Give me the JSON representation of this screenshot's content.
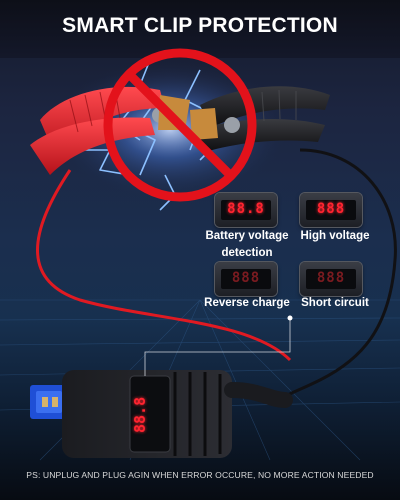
{
  "header": {
    "title": "SMART CLIP PROTECTION"
  },
  "indicators": [
    {
      "label_line1": "Battery voltage",
      "label_line2": "detection",
      "display": "88.8",
      "active": true
    },
    {
      "label_line1": "High voltage",
      "label_line2": "",
      "display": "888",
      "active": true
    },
    {
      "label_line1": "Reverse charge",
      "label_line2": "",
      "display": "888",
      "active": false
    },
    {
      "label_line1": "Short circuit",
      "label_line2": "",
      "display": "888",
      "active": false
    }
  ],
  "device": {
    "display": "88.8"
  },
  "footer": {
    "note": "PS: UNPLUG AND PLUG AGIN WHEN ERROR OCCURE, NO MORE ACTION NEEDED"
  },
  "colors": {
    "banner": "#0d0f18",
    "clamp_red": "#e8252c",
    "clamp_black": "#1a1a1c",
    "prohibition_red": "#e3121b",
    "led_red": "#ff2430",
    "lightning": "#7fb6ff",
    "connector_blue": "#1f4fd6"
  },
  "icons": [
    "prohibition-sign-icon",
    "lightning-icon"
  ]
}
